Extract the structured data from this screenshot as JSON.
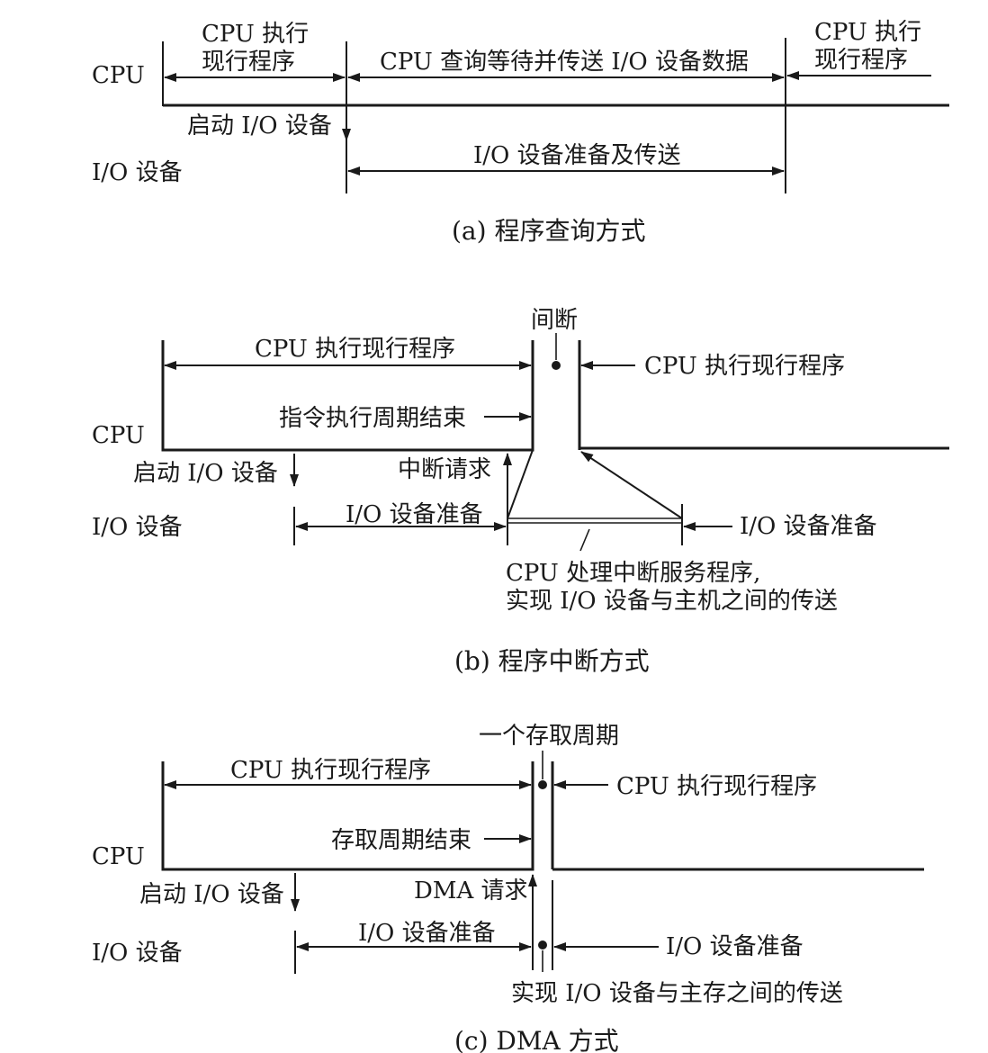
{
  "panel_a": {
    "cpu_label": "CPU",
    "io_label": "I/O 设备",
    "cpu_exec_left_1": "CPU 执行",
    "cpu_exec_left_2": "现行程序",
    "cpu_query": "CPU 查询等待并传送 I/O 设备数据",
    "cpu_exec_right_1": "CPU 执行",
    "cpu_exec_right_2": "现行程序",
    "start_io": "启动 I/O 设备",
    "io_prep_transfer": "I/O 设备准备及传送",
    "caption": "(a) 程序查询方式"
  },
  "panel_b": {
    "cpu_label": "CPU",
    "io_label": "I/O 设备",
    "interrupt": "间断",
    "cpu_exec_left": "CPU 执行现行程序",
    "cpu_exec_right": "CPU 执行现行程序",
    "instr_cycle_end": "指令执行周期结束",
    "start_io": "启动 I/O 设备",
    "interrupt_request": "中断请求",
    "io_prep_left": "I/O 设备准备",
    "io_prep_right": "I/O 设备准备",
    "isr_1": "CPU 处理中断服务程序,",
    "isr_2": "实现 I/O 设备与主机之间的传送",
    "caption": "(b) 程序中断方式"
  },
  "panel_c": {
    "cpu_label": "CPU",
    "io_label": "I/O 设备",
    "access_cycle": "一个存取周期",
    "cpu_exec_left": "CPU 执行现行程序",
    "cpu_exec_right": "CPU 执行现行程序",
    "access_cycle_end": "存取周期结束",
    "start_io": "启动 I/O 设备",
    "dma_request": "DMA 请求",
    "io_prep_left": "I/O 设备准备",
    "io_prep_right": "I/O 设备准备",
    "transfer": "实现 I/O 设备与主存之间的传送",
    "caption": "(c) DMA 方式"
  }
}
